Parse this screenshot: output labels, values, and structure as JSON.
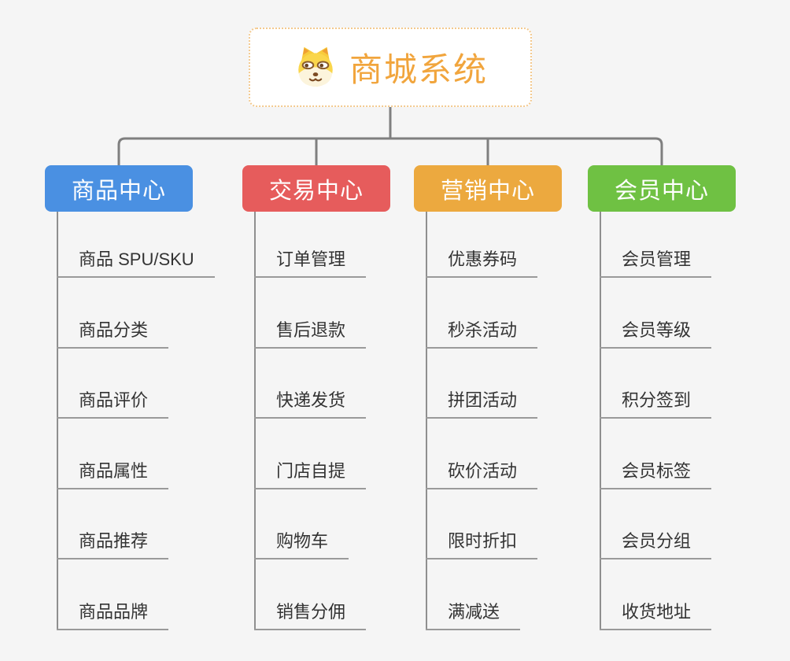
{
  "root": {
    "title": "商城系统",
    "icon": "dog-face-icon",
    "accent_color": "#f1a53d",
    "border_color": "#f3c98e"
  },
  "branches": [
    {
      "label": "商品中心",
      "color": "#4a90e2",
      "children": [
        "商品 SPU/SKU",
        "商品分类",
        "商品评价",
        "商品属性",
        "商品推荐",
        "商品品牌"
      ]
    },
    {
      "label": "交易中心",
      "color": "#e65c5c",
      "children": [
        "订单管理",
        "售后退款",
        "快递发货",
        "门店自提",
        "购物车",
        "销售分佣"
      ]
    },
    {
      "label": "营销中心",
      "color": "#eca93f",
      "children": [
        "优惠券码",
        "秒杀活动",
        "拼团活动",
        "砍价活动",
        "限时折扣",
        "满减送"
      ]
    },
    {
      "label": "会员中心",
      "color": "#6fc143",
      "children": [
        "会员管理",
        "会员等级",
        "积分签到",
        "会员标签",
        "会员分组",
        "收货地址"
      ]
    }
  ],
  "colors": {
    "background": "#f5f5f5",
    "connector": "#7f7f7f",
    "column_line": "#8f8f8f",
    "underline": "#9a9a9a",
    "leaf_text": "#333333"
  }
}
